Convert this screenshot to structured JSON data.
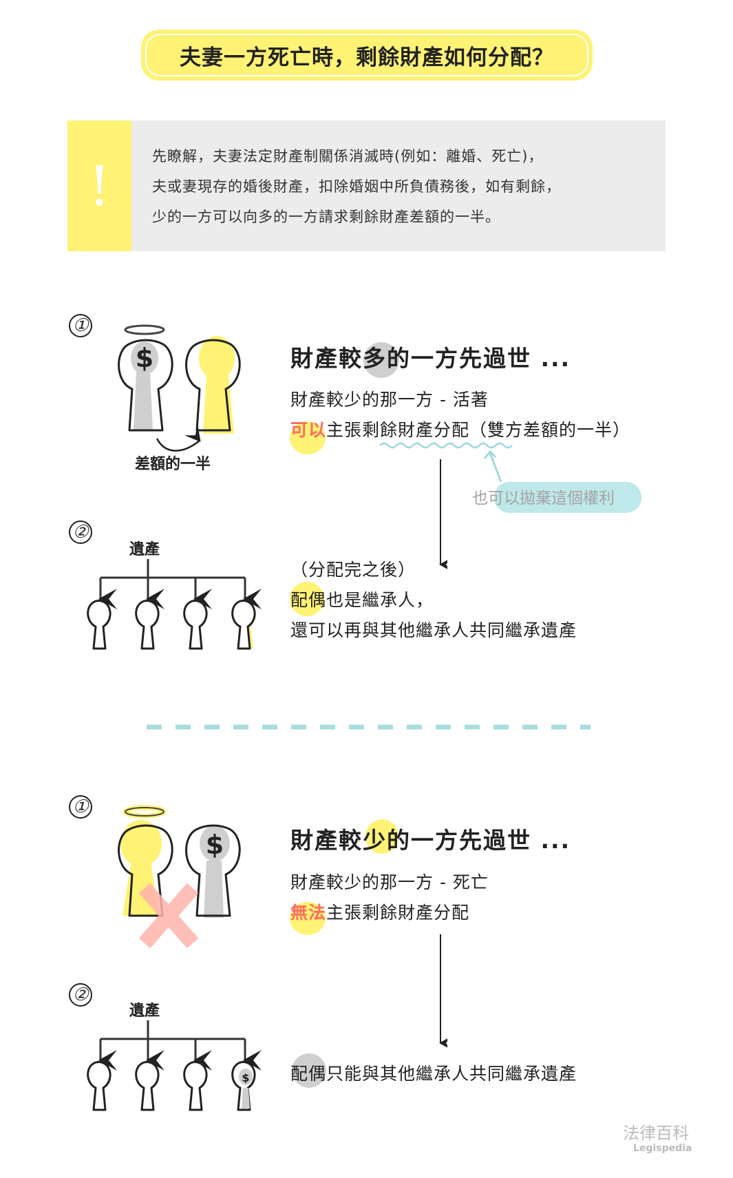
{
  "title": "夫妻一方死亡時，剩餘財產如何分配？",
  "note": {
    "icon": "exclamation-icon",
    "mark": "!",
    "lines": [
      "先瞭解，夫妻法定財產制關係消滅時(例如：離婚、死亡)，",
      "夫或妻現存的婚後財產，扣除婚姻中所負債務後，如有剩餘，",
      "少的一方可以向多的一方請求剩餘財產差額的一半。"
    ]
  },
  "scenario1": {
    "step1": "①",
    "heading_pre": "財產較",
    "heading_hl": "多",
    "heading_post": "的一方先過世 ...",
    "line1": "財產較少的那一方 - 活著",
    "line2_hl": "可以",
    "line2_rest": "主張剩餘財產分配（雙方差額的一半）",
    "figure_caption": "差額的一半",
    "aside": "也可以拋棄這個權利",
    "step2": "②",
    "estate": "遺產",
    "after1": "（分配完之後）",
    "after2_hl": "配偶",
    "after2_rest": "也是繼承人，",
    "after3": "還可以再與其他繼承人共同繼承遺產"
  },
  "scenario2": {
    "step1": "①",
    "heading_pre": "財產較",
    "heading_hl": "少",
    "heading_post": "的一方先過世 ...",
    "line1": "財產較少的那一方 - 死亡",
    "line2_hl": "無法",
    "line2_rest": "主張剩餘財產分配",
    "step2": "②",
    "estate": "遺產",
    "after_hl": "配偶",
    "after_rest": "只能與其他繼承人共同繼承遺產"
  },
  "watermark": {
    "zh": "法律百科",
    "en": "Legispedia"
  },
  "colors": {
    "yellow": "#fff275",
    "gray": "#d0d0d0",
    "cyan": "#bfe8ea",
    "red": "#ff6b61",
    "pink": "#ffb3ab"
  }
}
